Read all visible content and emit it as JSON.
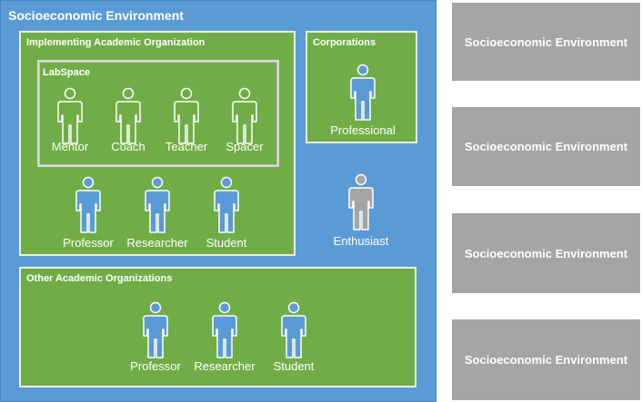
{
  "environment": {
    "title": "Socioeconomic Environment"
  },
  "implementing": {
    "title": "Implementing Academic Organization",
    "labspace": {
      "title": "LabSpace",
      "members": [
        "Mentor",
        "Coach",
        "Teacher",
        "Spacer"
      ]
    },
    "members": [
      "Professor",
      "Researcher",
      "Student"
    ]
  },
  "corporations": {
    "title": "Corporations",
    "members": [
      "Professional"
    ]
  },
  "enthusiast": {
    "label": "Enthusiast"
  },
  "other": {
    "title": "Other Academic Organizations",
    "members": [
      "Professor",
      "Researcher",
      "Student"
    ]
  },
  "side_boxes": [
    "Socioeconomic Environment",
    "Socioeconomic Environment",
    "Socioeconomic Environment",
    "Socioeconomic Environment"
  ],
  "colors": {
    "blue_background": "#5b9bd5",
    "green_box": "#70ad47",
    "gray_box": "#a5a5a5",
    "person_green": "#70ad47",
    "person_blue": "#5b9bd5",
    "person_gray": "#a5a5a5"
  }
}
